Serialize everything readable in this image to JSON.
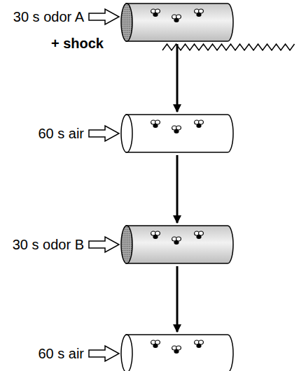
{
  "diagram": {
    "nodes": [
      {
        "text": [
          "30 s odor A",
          "+ shock"
        ]
      },
      {
        "text": [
          "60 s air"
        ]
      },
      {
        "text": [
          "30 s odor B"
        ]
      },
      {
        "text": [
          "60 s air"
        ]
      }
    ],
    "edges": [
      {
        "from": 0,
        "to": 1,
        "arrow": "to"
      },
      {
        "from": 1,
        "to": 2,
        "arrow": "to"
      },
      {
        "from": 2,
        "to": 3,
        "arrow": "to"
      }
    ]
  }
}
